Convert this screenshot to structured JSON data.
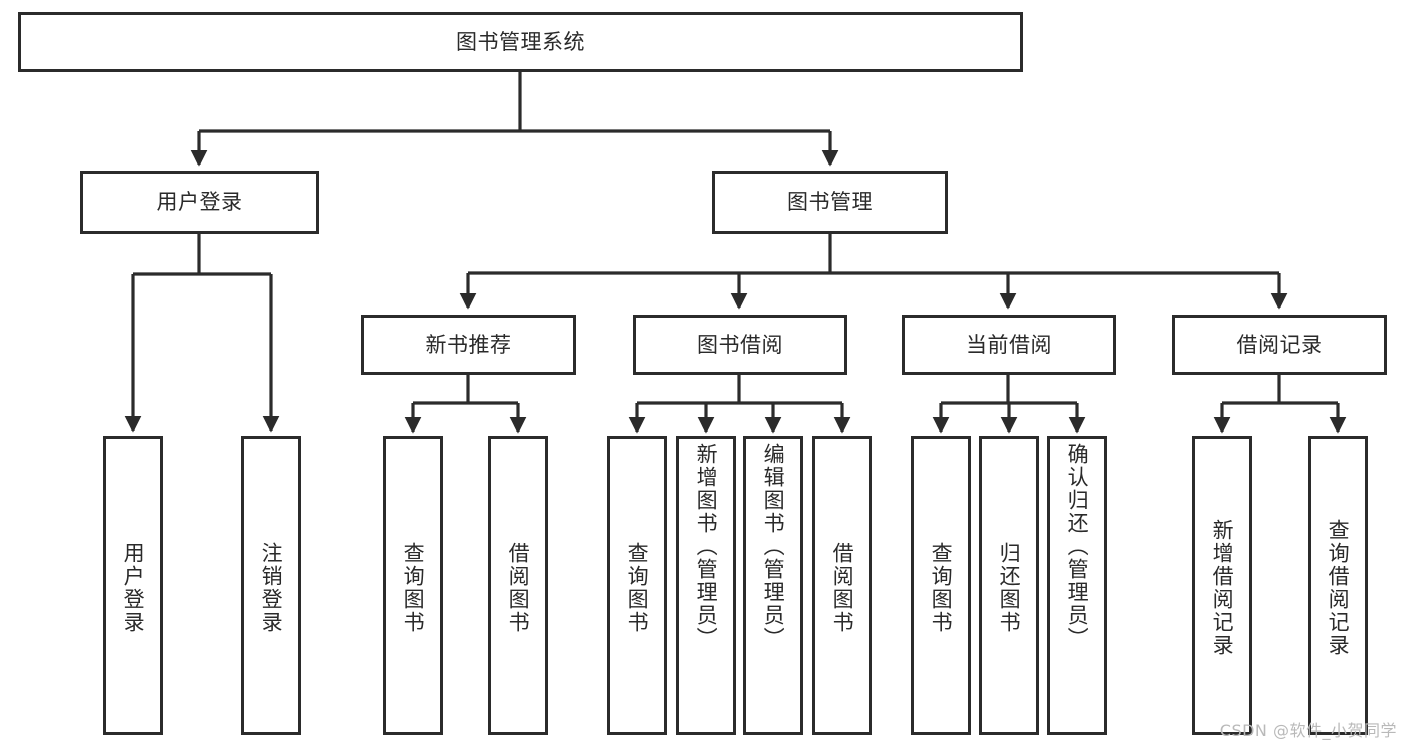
{
  "diagram": {
    "title": "图书管理系统",
    "type": "tree",
    "watermark": "CSDN @软件_小贺同学",
    "colors": {
      "box_border": "#2b2b2b",
      "box_fill": "#ffffff",
      "connector": "#2b2b2b",
      "text": "#2a2a2a",
      "watermark": "#b9b9b9"
    },
    "nodes": {
      "root": {
        "label": "图书管理系统"
      },
      "level1": [
        {
          "id": "user-login",
          "label": "用户登录"
        },
        {
          "id": "book-manage",
          "label": "图书管理"
        }
      ],
      "level2": [
        {
          "id": "new-book-recommend",
          "label": "新书推荐"
        },
        {
          "id": "book-borrow",
          "label": "图书借阅"
        },
        {
          "id": "current-borrow",
          "label": "当前借阅"
        },
        {
          "id": "borrow-record",
          "label": "借阅记录"
        }
      ],
      "leaves": {
        "user-login": [
          {
            "id": "leaf-user-login",
            "label": "用户登录"
          },
          {
            "id": "leaf-logout-login",
            "label": "注销登录"
          }
        ],
        "new-book-recommend": [
          {
            "id": "leaf-query-book-1",
            "label": "查询图书"
          },
          {
            "id": "leaf-borrow-book-1",
            "label": "借阅图书"
          }
        ],
        "book-borrow": [
          {
            "id": "leaf-query-book-2",
            "label": "查询图书"
          },
          {
            "id": "leaf-add-book",
            "label": "新增图书（管理员）"
          },
          {
            "id": "leaf-edit-book",
            "label": "编辑图书（管理员）"
          },
          {
            "id": "leaf-borrow-book-2",
            "label": "借阅图书"
          }
        ],
        "current-borrow": [
          {
            "id": "leaf-query-book-3",
            "label": "查询图书"
          },
          {
            "id": "leaf-return-book",
            "label": "归还图书"
          },
          {
            "id": "leaf-confirm-return",
            "label": "确认归还（管理员）"
          }
        ],
        "borrow-record": [
          {
            "id": "leaf-add-record",
            "label": "新增借阅记录"
          },
          {
            "id": "leaf-query-record",
            "label": "查询借阅记录"
          }
        ]
      }
    }
  }
}
